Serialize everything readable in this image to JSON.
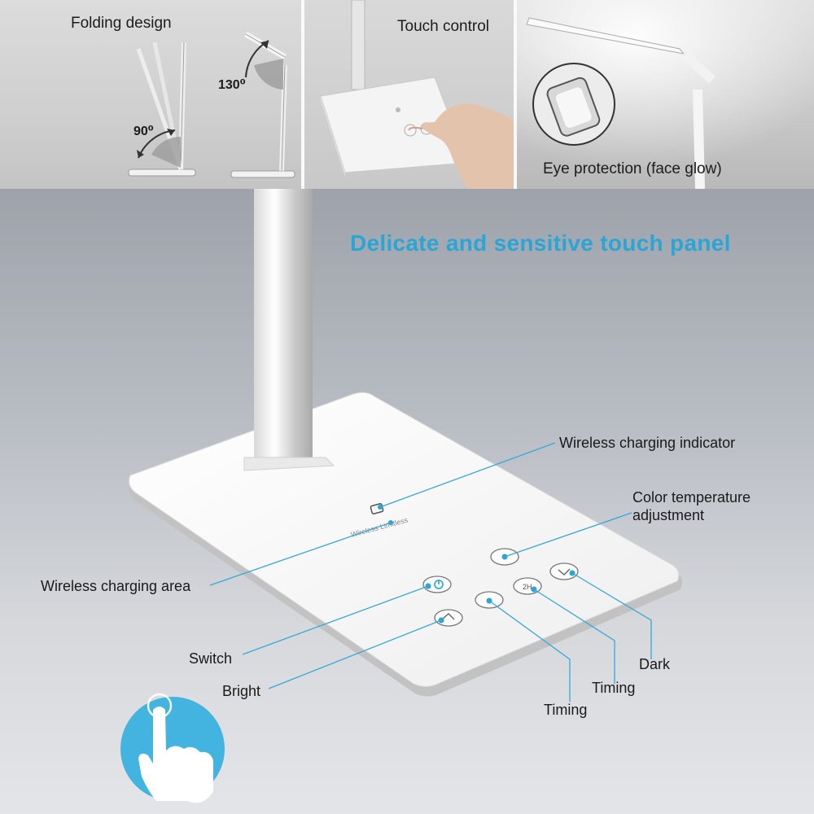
{
  "panels": {
    "folding": {
      "caption": "Folding design",
      "angle_small": "90⁰",
      "angle_large": "130⁰"
    },
    "touch": {
      "caption": "Touch control"
    },
    "eye": {
      "caption": "Eye protection (face glow)"
    }
  },
  "headline": "Delicate and sensitive touch panel",
  "base_text": "Wireless Limitless",
  "callouts": {
    "wireless_charging_indicator": "Wireless charging indicator",
    "color_temperature_line1": "Color temperature",
    "color_temperature_line2": "adjustment",
    "wireless_charging_area": "Wireless charging area",
    "switch": "Switch",
    "bright": "Bright",
    "dark": "Dark",
    "timing_upper": "Timing",
    "timing_lower": "Timing"
  },
  "colors": {
    "accent": "#2aa5d6",
    "badge": "#43b3e0"
  },
  "icons": [
    "power-icon",
    "bright-icon",
    "timer-icon",
    "color-temperature-icon",
    "dark-icon",
    "wireless-charging-icon",
    "touch-hand-icon"
  ]
}
